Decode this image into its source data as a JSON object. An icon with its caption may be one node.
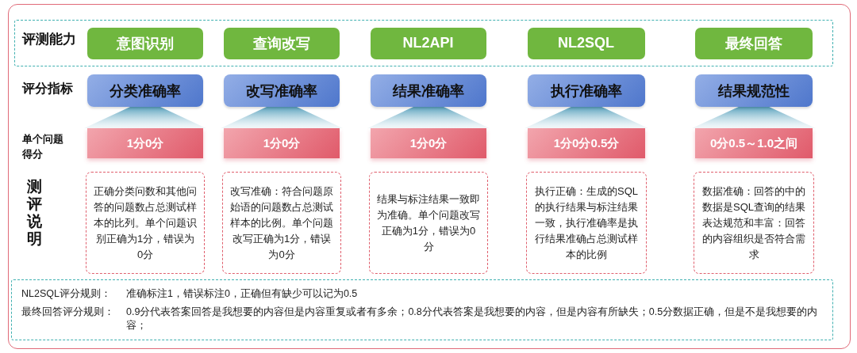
{
  "diagram": {
    "nodes": [
      {
        "text": [
          "评测能力"
        ]
      },
      {
        "text": [
          "意图识别"
        ],
        "in": 0
      },
      {
        "text": [
          "查询改写"
        ],
        "in": 0
      },
      {
        "text": [
          "NL2API"
        ],
        "in": 0
      },
      {
        "text": [
          "NL2SQL"
        ],
        "in": 0
      },
      {
        "text": [
          "最终回答"
        ],
        "in": 0
      },
      {
        "text": [
          "分类准确率"
        ]
      },
      {
        "text": [
          "改写准确率"
        ]
      },
      {
        "text": [
          "结果准确率"
        ]
      },
      {
        "text": [
          "执行准确率"
        ]
      },
      {
        "text": [
          "结果规范性"
        ]
      },
      {
        "text": [
          "1分0分"
        ]
      },
      {
        "text": [
          "1分0分"
        ]
      },
      {
        "text": [
          "1分0分"
        ]
      },
      {
        "text": [
          "1分0分0.5分"
        ]
      },
      {
        "text": [
          "0分0.5～1.0之间"
        ]
      },
      {
        "text": [
          "正确分类问数和其他问答的问题数占总测试样本的比列。单个问题识别正确为1分，错误为0分"
        ]
      },
      {
        "text": [
          "改写准确：符合问题原始语的问题数占总测试样本的比例。单个问题改写正确为1分，错误为0分"
        ]
      },
      {
        "text": [
          "结果与标注结果一致即为准确。单个问题改写正确为1分，错误为0分"
        ]
      },
      {
        "text": [
          "执行正确：生成的SQL的执行结果与标注结果一致，执行准确率是执行结果准确占总测试样本的比例"
        ]
      },
      {
        "text": [
          "数据准确：回答的中的数据是SQL查询的结果表达规范和丰富：回答的内容组织是否符合需求"
        ]
      },
      {
        "text": [
          "NL2SQL评分规则：",
          "准确标注1，错误标注0，正确但有缺少可以记为0.5",
          "最终回答评分规则：",
          "0.9分代表答案回答是我想要的内容但是内容重复或者有多余；0.8分代表答案是我想要的内容，但是内容有所缺失；0.5分数据正确，但是不是我想要的内容；"
        ]
      }
    ],
    "edges": [
      {
        "from": 6,
        "to": 11,
        "arrow": "none"
      },
      {
        "from": 7,
        "to": 12,
        "arrow": "none"
      },
      {
        "from": 8,
        "to": 13,
        "arrow": "none"
      },
      {
        "from": 9,
        "to": 14,
        "arrow": "none"
      },
      {
        "from": 10,
        "to": 15,
        "arrow": "none"
      }
    ],
    "labels": [
      "评分指标",
      "单个问题得分",
      "测评说明"
    ]
  }
}
